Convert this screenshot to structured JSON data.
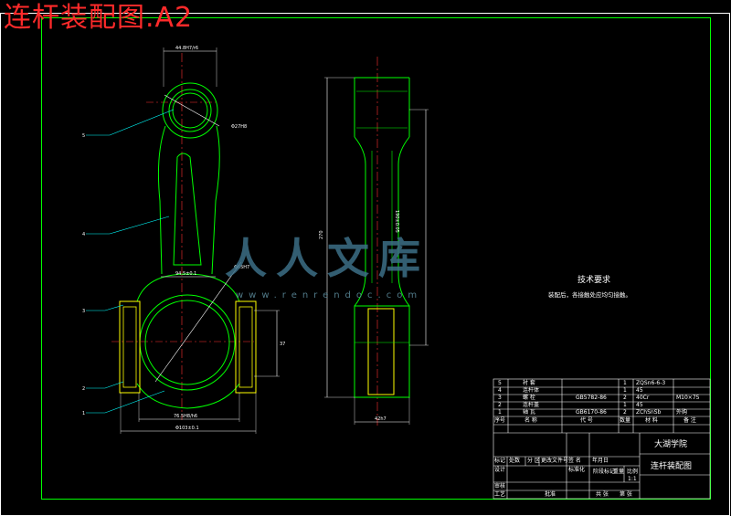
{
  "page_title": "连杆装配图.A2",
  "tech_requirements": {
    "title": "技术要求",
    "text": "装配后，各接触处应均匀接触。"
  },
  "watermark": {
    "main": "人人文库",
    "url": "www.renrendoc.com"
  },
  "dimensions": {
    "small_end_width": "44.8H7/r6",
    "bore_small": "Φ27H8",
    "bore_big": "Φ65H7",
    "center_width": "94.5±0.1",
    "bolt_span": "76.5H8/h6",
    "base_width": "Φ103±0.1",
    "bolt_height": "37",
    "side_length": "190±0.05",
    "side_total": "270",
    "side_base": "42h7"
  },
  "part_numbers": [
    "5",
    "4",
    "3",
    "2",
    "1"
  ],
  "parts_list": {
    "rows": [
      {
        "no": "5",
        "name": "衬 套",
        "std": "",
        "qty": "1",
        "material": "ZQSn6-6-3",
        "note": ""
      },
      {
        "no": "4",
        "name": "连杆体",
        "std": "",
        "qty": "1",
        "material": "45",
        "note": ""
      },
      {
        "no": "3",
        "name": "螺 栓",
        "std": "GB5782-86",
        "qty": "2",
        "material": "40Cr",
        "note": "M10×75"
      },
      {
        "no": "2",
        "name": "连杆盖",
        "std": "",
        "qty": "1",
        "material": "45",
        "note": ""
      },
      {
        "no": "1",
        "name": "轴 瓦",
        "std": "GB6170-86",
        "qty": "2",
        "material": "ZChSnSb",
        "note": "外购"
      }
    ],
    "header": {
      "no": "序号",
      "name": "名 称",
      "std": "代 号",
      "qty": "数量",
      "material": "材 料",
      "note": "备 注"
    }
  },
  "title_block": {
    "school": "大湖学院",
    "drawing_name": "连杆装配图",
    "scale": "1:1",
    "labels": {
      "mark": "标记",
      "count": "处数",
      "zone": "分 区",
      "change_doc": "更改文件号",
      "sign": "签 名",
      "date": "年月日",
      "designer": "设计",
      "standardize": "标准化",
      "stage_mark": "阶段标记",
      "weight": "重量",
      "ratio": "比例",
      "review": "审核",
      "process": "工艺",
      "approve": "批准",
      "total": "共 张",
      "sheet": "第 张"
    }
  }
}
